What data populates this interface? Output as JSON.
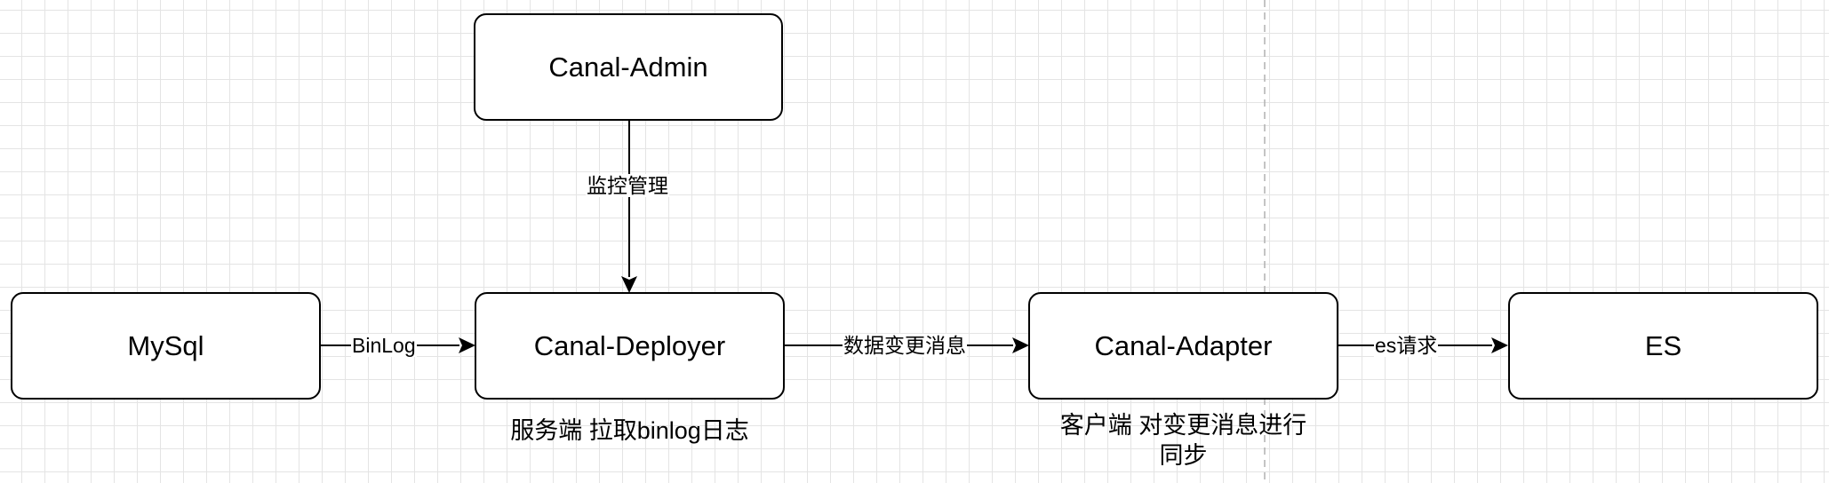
{
  "diagram": {
    "nodes": {
      "canal_admin": "Canal-Admin",
      "mysql": "MySql",
      "canal_deployer": "Canal-Deployer",
      "canal_adapter": "Canal-Adapter",
      "es": "ES"
    },
    "edges": {
      "admin_to_deployer": "监控管理",
      "mysql_to_deployer": "BinLog",
      "deployer_to_adapter": "数据变更消息",
      "adapter_to_es": "es请求"
    },
    "notes": {
      "deployer_note": "服务端 拉取binlog日志",
      "adapter_note_line1": "客户端 对变更消息进行",
      "adapter_note_line2": "同步"
    },
    "colors": {
      "stroke": "#000000",
      "grid": "#e4e4e4",
      "background": "#ffffff"
    }
  }
}
